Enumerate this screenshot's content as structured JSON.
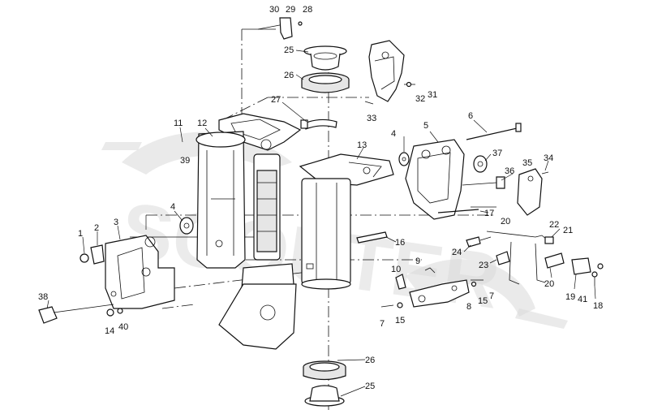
{
  "watermark": {
    "text": "SCOUTER",
    "color": "#d9d9d9"
  },
  "callouts": [
    {
      "id": "c30",
      "label": "30"
    },
    {
      "id": "c29",
      "label": "29"
    },
    {
      "id": "c28",
      "label": "28"
    },
    {
      "id": "c25a",
      "label": "25"
    },
    {
      "id": "c26a",
      "label": "26"
    },
    {
      "id": "c27",
      "label": "27"
    },
    {
      "id": "c32",
      "label": "32"
    },
    {
      "id": "c31",
      "label": "31"
    },
    {
      "id": "c33",
      "label": "33"
    },
    {
      "id": "c11",
      "label": "11"
    },
    {
      "id": "c12",
      "label": "12"
    },
    {
      "id": "c39",
      "label": "39"
    },
    {
      "id": "c4a",
      "label": "4"
    },
    {
      "id": "c13",
      "label": "13"
    },
    {
      "id": "c5",
      "label": "5"
    },
    {
      "id": "c6",
      "label": "6"
    },
    {
      "id": "c37",
      "label": "37"
    },
    {
      "id": "c35",
      "label": "35"
    },
    {
      "id": "c34",
      "label": "34"
    },
    {
      "id": "c36",
      "label": "36"
    },
    {
      "id": "c4b",
      "label": "4"
    },
    {
      "id": "c17",
      "label": "17"
    },
    {
      "id": "c20a",
      "label": "20"
    },
    {
      "id": "c22",
      "label": "22"
    },
    {
      "id": "c21",
      "label": "21"
    },
    {
      "id": "c1",
      "label": "1"
    },
    {
      "id": "c2",
      "label": "2"
    },
    {
      "id": "c3",
      "label": "3"
    },
    {
      "id": "c16",
      "label": "16"
    },
    {
      "id": "c24",
      "label": "24"
    },
    {
      "id": "c23",
      "label": "23"
    },
    {
      "id": "c9",
      "label": "9"
    },
    {
      "id": "c10",
      "label": "10"
    },
    {
      "id": "c38",
      "label": "38"
    },
    {
      "id": "c14",
      "label": "14"
    },
    {
      "id": "c40",
      "label": "40"
    },
    {
      "id": "c8",
      "label": "8"
    },
    {
      "id": "c15a",
      "label": "15"
    },
    {
      "id": "c7a",
      "label": "7"
    },
    {
      "id": "c7b",
      "label": "7"
    },
    {
      "id": "c15b",
      "label": "15"
    },
    {
      "id": "c20b",
      "label": "20"
    },
    {
      "id": "c19",
      "label": "19"
    },
    {
      "id": "c41",
      "label": "41"
    },
    {
      "id": "c18",
      "label": "18"
    },
    {
      "id": "c26b",
      "label": "26"
    },
    {
      "id": "c25b",
      "label": "25"
    }
  ]
}
